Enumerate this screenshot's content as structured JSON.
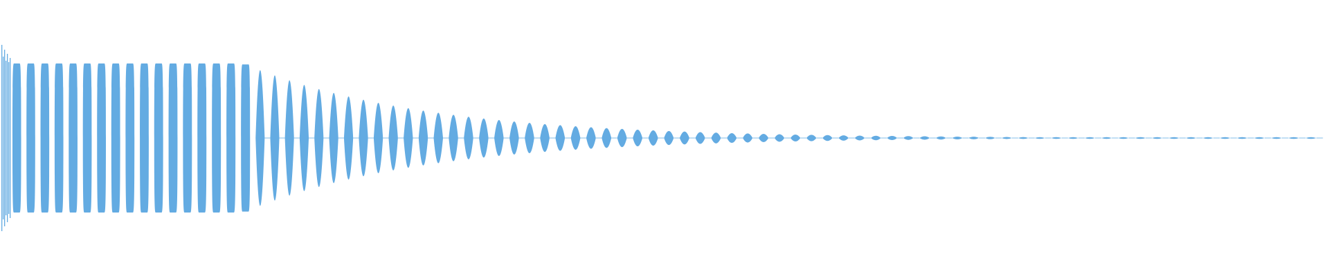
{
  "waveform": {
    "color": "#63ABE2",
    "background": "#ffffff",
    "envelope": "sustained-then-exponential-decay",
    "cycles_visible": 79,
    "peak_amplitude": 1.0
  }
}
